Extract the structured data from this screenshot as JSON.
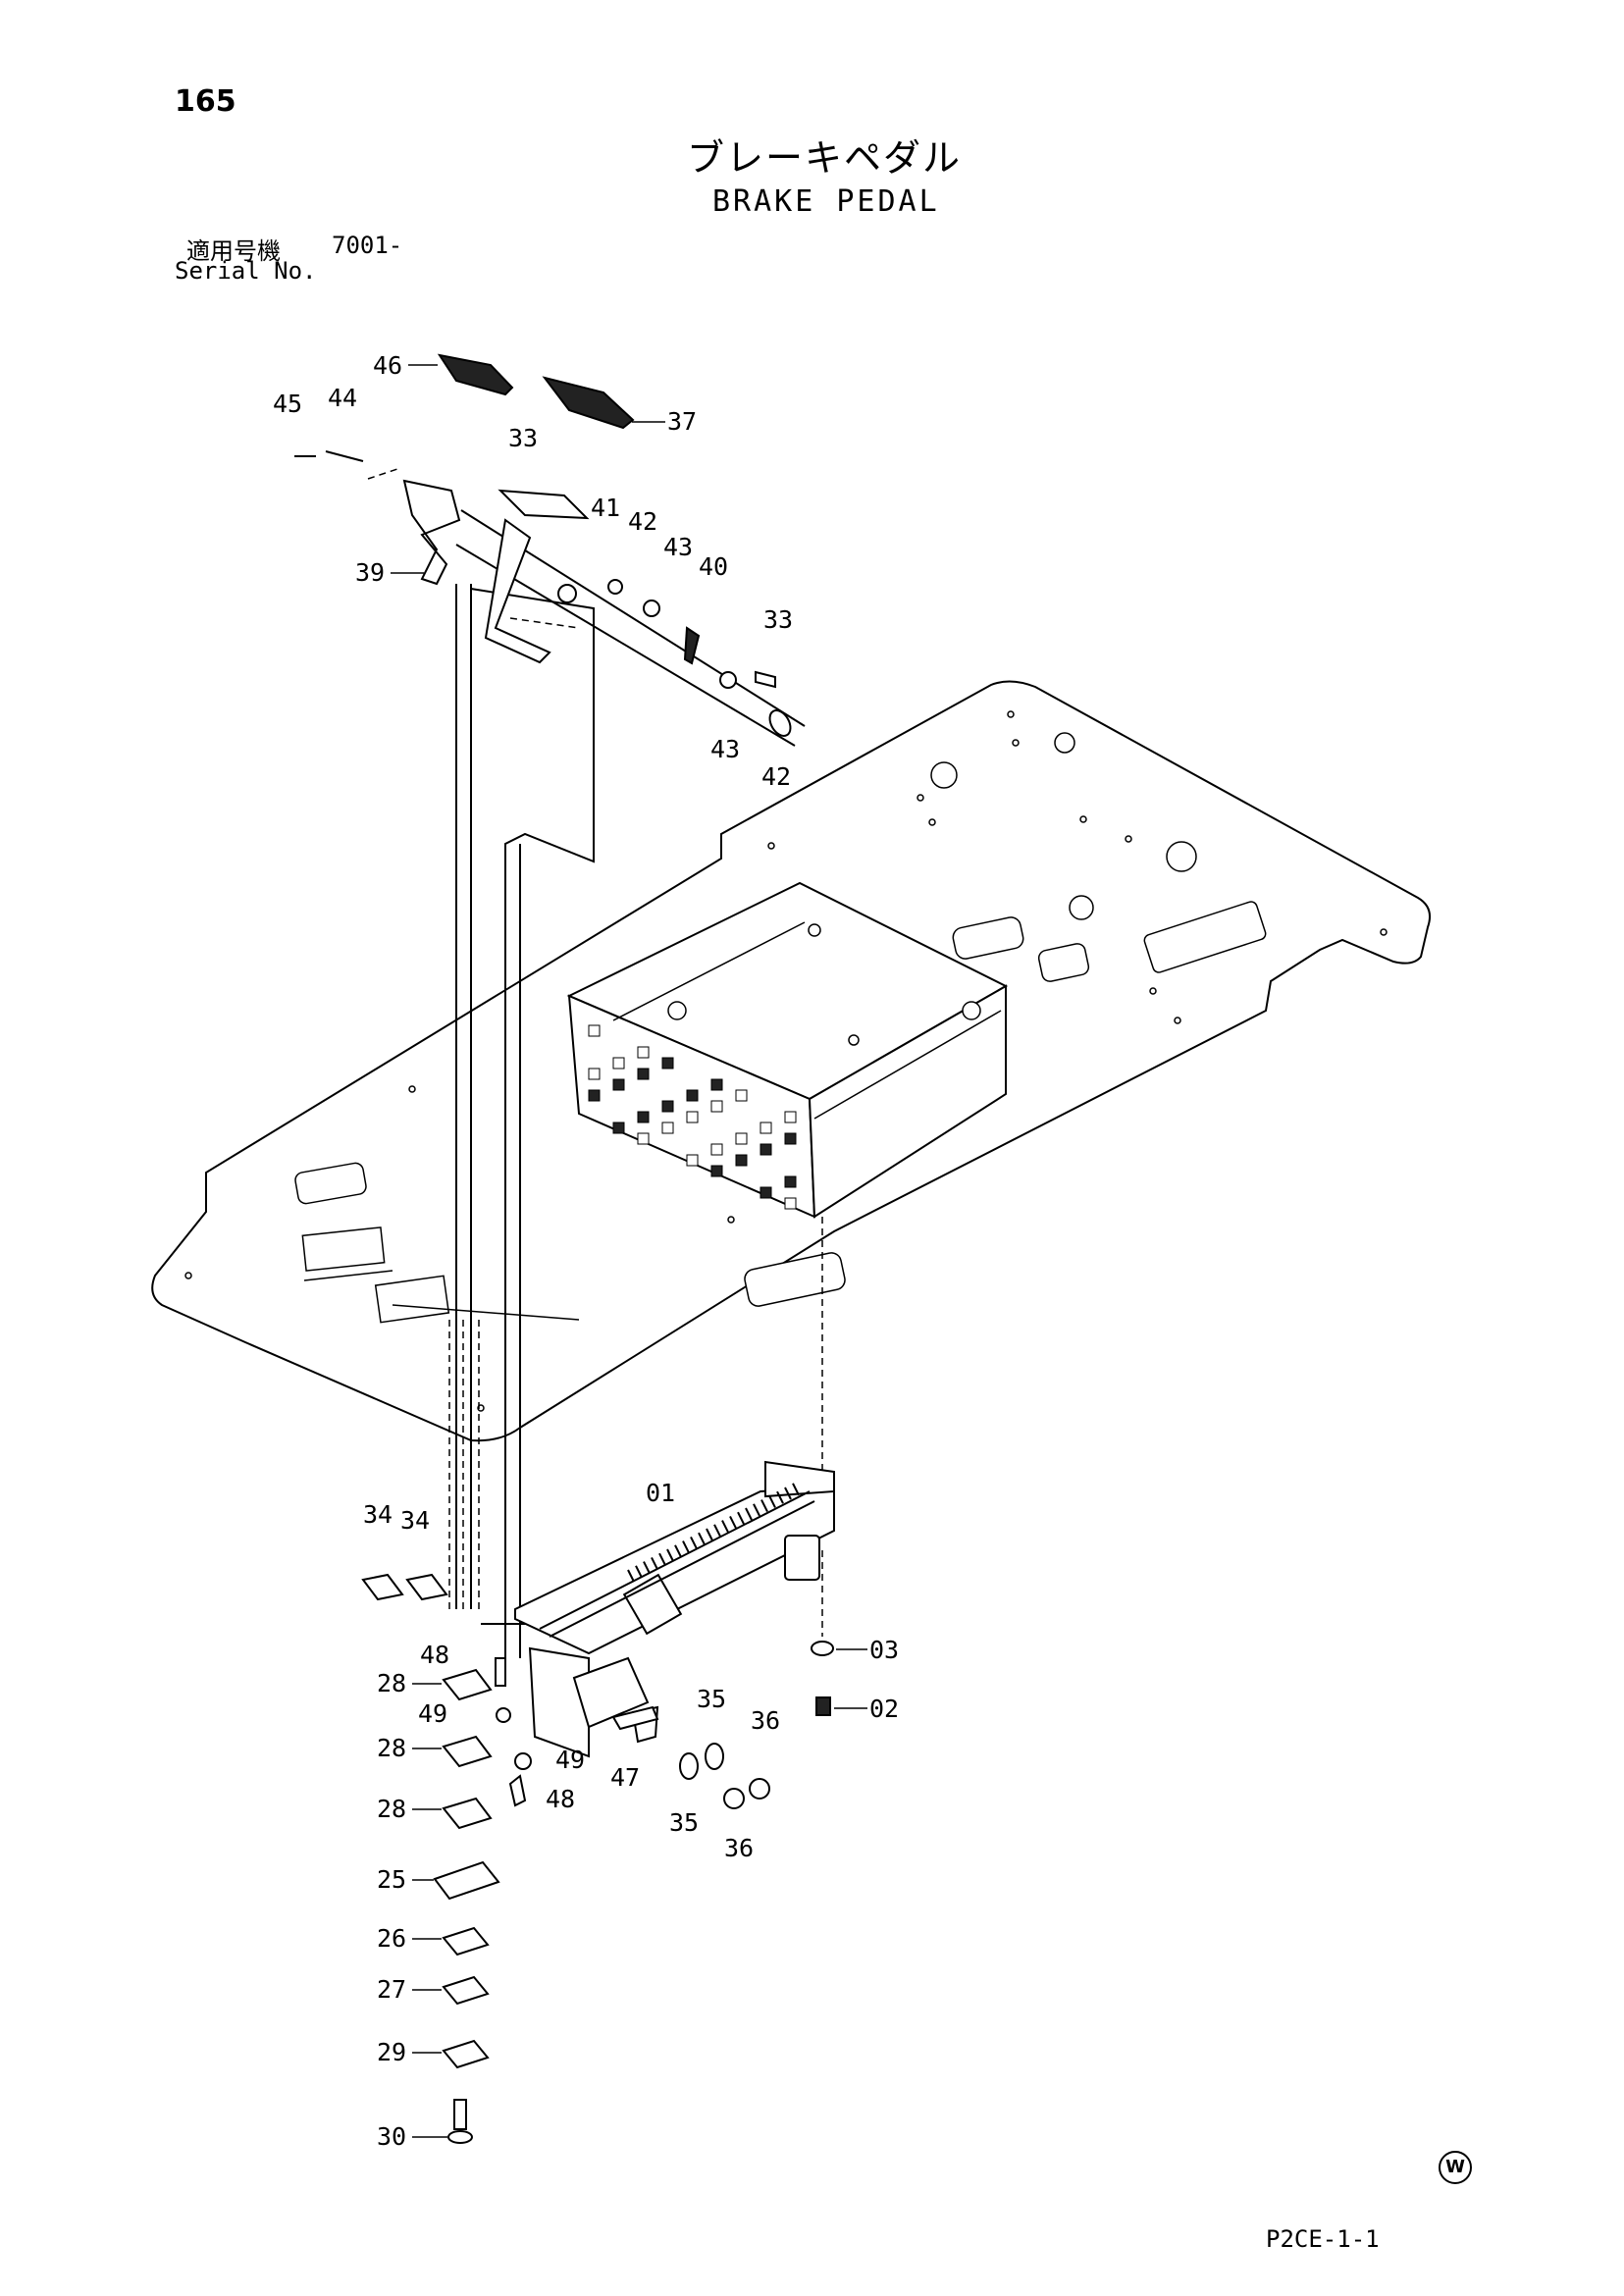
{
  "page_number": "165",
  "title_jp": "ブレーキペダル",
  "title_en": "BRAKE PEDAL",
  "serial": {
    "label_jp": "適用号機",
    "value": "7001-",
    "label_en": "Serial No."
  },
  "figure_code": "P2CE-1-1",
  "corner_mark": "W",
  "callouts": {
    "c46": "46",
    "c37": "37",
    "c45": "45",
    "c44": "44",
    "c33a": "33",
    "c39": "39",
    "c41": "41",
    "c42a": "42",
    "c43a": "43",
    "c40": "40",
    "c33b": "33",
    "c43b": "43",
    "c42b": "42",
    "c01": "01",
    "c34a": "34",
    "c34b": "34",
    "c48a": "48",
    "c28a": "28",
    "c49a": "49",
    "c28b": "28",
    "c49b": "49",
    "c48b": "48",
    "c28c": "28",
    "c47": "47",
    "c35a": "35",
    "c36a": "36",
    "c35b": "35",
    "c36b": "36",
    "c03": "03",
    "c02": "02",
    "c25": "25",
    "c26": "26",
    "c27": "27",
    "c29": "29",
    "c30": "30"
  }
}
